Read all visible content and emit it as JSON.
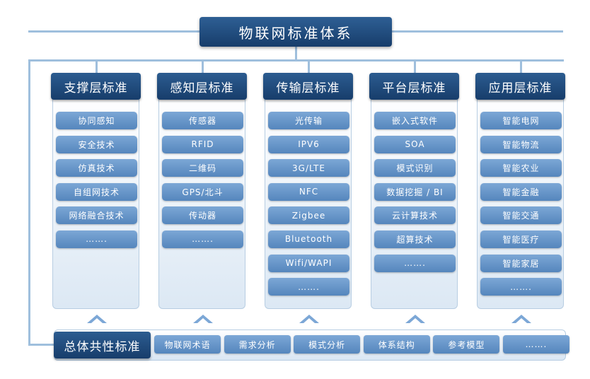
{
  "title": "物联网标准体系",
  "columns": [
    {
      "header": "支撑层标准",
      "items": [
        "协同感知",
        "安全技术",
        "仿真技术",
        "自组网技术",
        "网络融合技术",
        "……."
      ]
    },
    {
      "header": "感知层标准",
      "items": [
        "传感器",
        "RFID",
        "二维码",
        "GPS/北斗",
        "传动器",
        "……."
      ]
    },
    {
      "header": "传输层标准",
      "items": [
        "光传输",
        "IPV6",
        "3G/LTE",
        "NFC",
        "Zigbee",
        "Bluetooth",
        "Wifi/WAPI",
        "……."
      ]
    },
    {
      "header": "平台层标准",
      "items": [
        "嵌入式软件",
        "SOA",
        "模式识别",
        "数据挖掘 / BI",
        "云计算技术",
        "超算技术",
        "……."
      ]
    },
    {
      "header": "应用层标准",
      "items": [
        "智能电网",
        "智能物流",
        "智能农业",
        "智能金融",
        "智能交通",
        "智能医疗",
        "智能家居",
        "……."
      ]
    }
  ],
  "bottom": {
    "header": "总体共性标准",
    "items": [
      "物联网术语",
      "需求分析",
      "模式分析",
      "体系结构",
      "参考模型",
      "……."
    ]
  },
  "colors": {
    "header_dark": "#173d6b",
    "item_blue": "#6a98cc",
    "panel_light": "#dce8f4",
    "connector": "#9fbfdd"
  }
}
